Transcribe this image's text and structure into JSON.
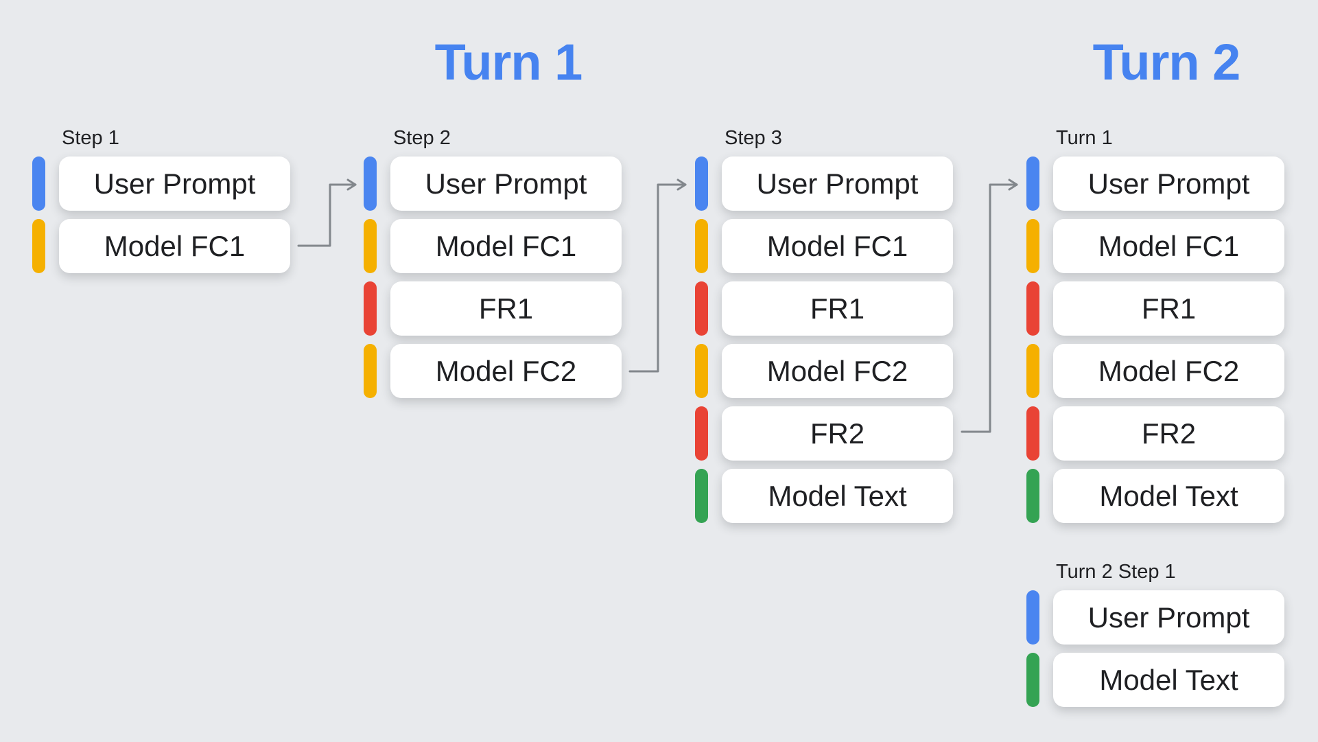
{
  "headers": {
    "turn1": "Turn 1",
    "turn2": "Turn 2"
  },
  "colors": {
    "background": "#e8eaed",
    "header_blue": "#4683f0",
    "arrow_gray": "#82878c",
    "bar_blue": "#4a85f0",
    "bar_yellow": "#f5b000",
    "bar_red": "#e94335",
    "bar_green": "#34a353"
  },
  "columns": [
    {
      "label": "Step 1",
      "cards": [
        {
          "label": "User Prompt",
          "color": "bar_blue"
        },
        {
          "label": "Model FC1",
          "color": "bar_yellow"
        }
      ]
    },
    {
      "label": "Step 2",
      "cards": [
        {
          "label": "User Prompt",
          "color": "bar_blue"
        },
        {
          "label": "Model FC1",
          "color": "bar_yellow"
        },
        {
          "label": "FR1",
          "color": "bar_red"
        },
        {
          "label": "Model FC2",
          "color": "bar_yellow"
        }
      ]
    },
    {
      "label": "Step 3",
      "cards": [
        {
          "label": "User Prompt",
          "color": "bar_blue"
        },
        {
          "label": "Model FC1",
          "color": "bar_yellow"
        },
        {
          "label": "FR1",
          "color": "bar_red"
        },
        {
          "label": "Model FC2",
          "color": "bar_yellow"
        },
        {
          "label": "FR2",
          "color": "bar_red"
        },
        {
          "label": "Model Text",
          "color": "bar_green"
        }
      ]
    },
    {
      "label": "Turn 1",
      "cards": [
        {
          "label": "User Prompt",
          "color": "bar_blue"
        },
        {
          "label": "Model FC1",
          "color": "bar_yellow"
        },
        {
          "label": "FR1",
          "color": "bar_red"
        },
        {
          "label": "Model FC2",
          "color": "bar_yellow"
        },
        {
          "label": "FR2",
          "color": "bar_red"
        },
        {
          "label": "Model Text",
          "color": "bar_green"
        }
      ]
    },
    {
      "label": "Turn 2 Step 1",
      "cards": [
        {
          "label": "User Prompt",
          "color": "bar_blue"
        },
        {
          "label": "Model Text",
          "color": "bar_green"
        }
      ]
    }
  ],
  "connections": [
    {
      "from": "Step 1 / Model FC1",
      "to": "Step 2 / User Prompt"
    },
    {
      "from": "Step 2 / Model FC2",
      "to": "Step 3 / User Prompt"
    },
    {
      "from": "Step 3 / FR2",
      "to": "Turn 2 Turn 1 / User Prompt"
    }
  ]
}
